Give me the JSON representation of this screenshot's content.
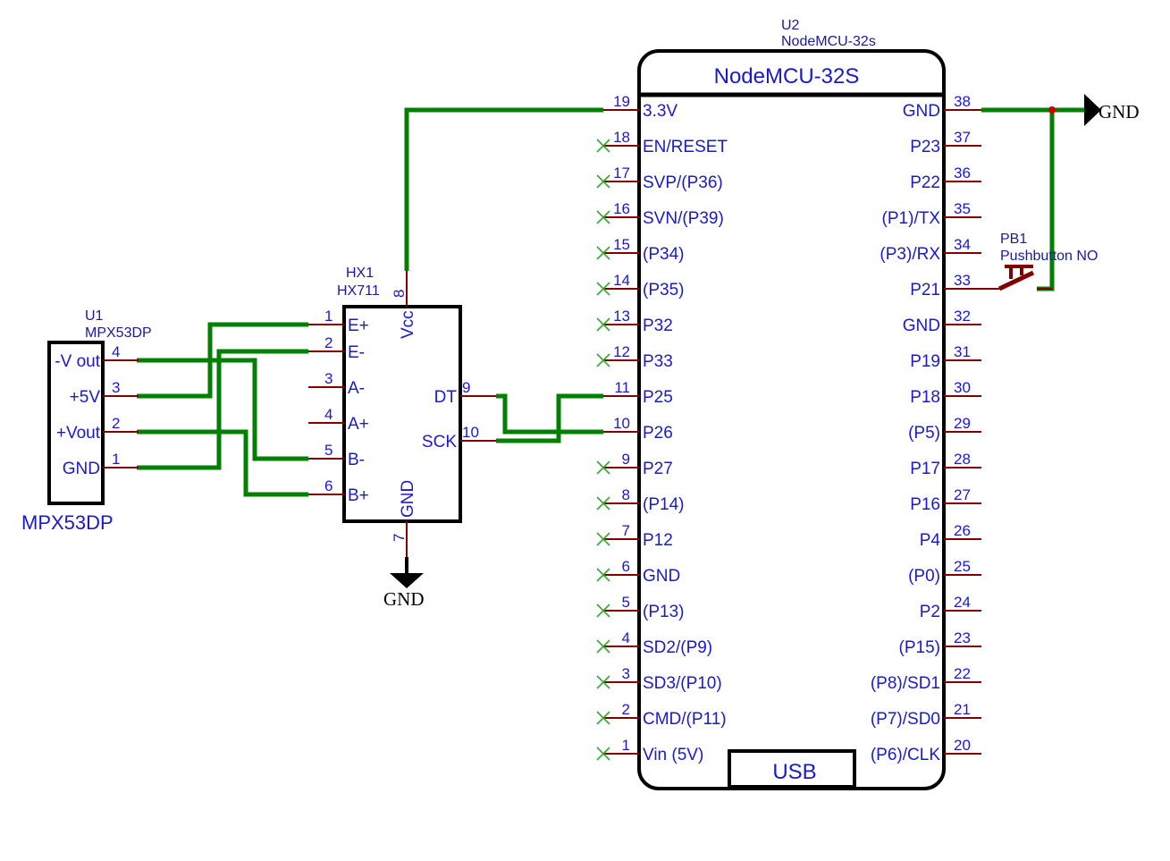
{
  "u1": {
    "ref": "U1",
    "part": "MPX53DP",
    "title": "MPX53DP",
    "pins": [
      {
        "num": "4",
        "label": "-V out"
      },
      {
        "num": "3",
        "label": "+5V"
      },
      {
        "num": "2",
        "label": "+Vout"
      },
      {
        "num": "1",
        "label": "GND"
      }
    ]
  },
  "hx1": {
    "ref": "HX1",
    "part": "HX711",
    "left_pins": [
      {
        "num": "1",
        "label": "E+"
      },
      {
        "num": "2",
        "label": "E-"
      },
      {
        "num": "3",
        "label": "A-"
      },
      {
        "num": "4",
        "label": "A+"
      },
      {
        "num": "5",
        "label": "B-"
      },
      {
        "num": "6",
        "label": "B+"
      }
    ],
    "right_pins": [
      {
        "num": "9",
        "label": "DT"
      },
      {
        "num": "10",
        "label": "SCK"
      }
    ],
    "vcc": {
      "num": "8",
      "label": "Vcc"
    },
    "gnd": {
      "num": "7",
      "label": "GND"
    }
  },
  "u2": {
    "ref": "U2",
    "part": "NodeMCU-32s",
    "title": "NodeMCU-32S",
    "usb_label": "USB",
    "left_pins": [
      {
        "num": "19",
        "label": "3.3V"
      },
      {
        "num": "18",
        "label": "EN/RESET"
      },
      {
        "num": "17",
        "label": "SVP/(P36)"
      },
      {
        "num": "16",
        "label": "SVN/(P39)"
      },
      {
        "num": "15",
        "label": "(P34)"
      },
      {
        "num": "14",
        "label": "(P35)"
      },
      {
        "num": "13",
        "label": "P32"
      },
      {
        "num": "12",
        "label": "P33"
      },
      {
        "num": "11",
        "label": "P25"
      },
      {
        "num": "10",
        "label": "P26"
      },
      {
        "num": "9",
        "label": "P27"
      },
      {
        "num": "8",
        "label": "(P14)"
      },
      {
        "num": "7",
        "label": "P12"
      },
      {
        "num": "6",
        "label": "GND"
      },
      {
        "num": "5",
        "label": "(P13)"
      },
      {
        "num": "4",
        "label": "SD2/(P9)"
      },
      {
        "num": "3",
        "label": "SD3/(P10)"
      },
      {
        "num": "2",
        "label": "CMD/(P11)"
      },
      {
        "num": "1",
        "label": "Vin (5V)"
      }
    ],
    "right_pins": [
      {
        "num": "38",
        "label": "GND"
      },
      {
        "num": "37",
        "label": "P23"
      },
      {
        "num": "36",
        "label": "P22"
      },
      {
        "num": "35",
        "label": "(P1)/TX"
      },
      {
        "num": "34",
        "label": "(P3)/RX"
      },
      {
        "num": "33",
        "label": "P21"
      },
      {
        "num": "32",
        "label": "GND"
      },
      {
        "num": "31",
        "label": "P19"
      },
      {
        "num": "30",
        "label": "P18"
      },
      {
        "num": "29",
        "label": "(P5)"
      },
      {
        "num": "28",
        "label": "P17"
      },
      {
        "num": "27",
        "label": "P16"
      },
      {
        "num": "26",
        "label": "P4"
      },
      {
        "num": "25",
        "label": "(P0)"
      },
      {
        "num": "24",
        "label": "P2"
      },
      {
        "num": "23",
        "label": "(P15)"
      },
      {
        "num": "22",
        "label": "(P8)/SD1"
      },
      {
        "num": "21",
        "label": "(P7)/SD0"
      },
      {
        "num": "20",
        "label": "(P6)/CLK"
      }
    ]
  },
  "pb1": {
    "ref": "PB1",
    "part": "Pushbutton NO"
  },
  "gnd_symbols": [
    {
      "label": "GND"
    },
    {
      "label": "GND"
    }
  ],
  "colors": {
    "wire": "#008000",
    "pin": "#800000",
    "text": "#1a1acc",
    "junction": "#cc0000",
    "no_connect": "#33aa33"
  }
}
